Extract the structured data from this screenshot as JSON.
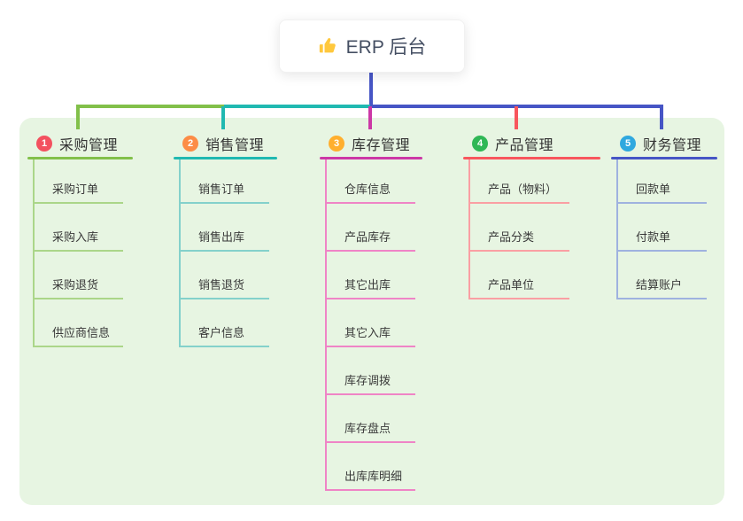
{
  "root": {
    "label": "ERP 后台",
    "icon": "thumbs-up-icon",
    "line_color": "#4655C5",
    "text_color": "#454F63",
    "icon_color": "#FFC83D"
  },
  "panel": {
    "bg_color": "#E7F5E2"
  },
  "branches": [
    {
      "num": "1",
      "title": "采购管理",
      "badge_color": "#F3515F",
      "line_color": "#82C04A",
      "child_line_color": "#ABD689",
      "children": [
        "采购订单",
        "采购入库",
        "采购退货",
        "供应商信息"
      ]
    },
    {
      "num": "2",
      "title": "销售管理",
      "badge_color": "#FC8C46",
      "line_color": "#20B9B1",
      "child_line_color": "#84D1CB",
      "children": [
        "销售订单",
        "销售出库",
        "销售退货",
        "客户信息"
      ]
    },
    {
      "num": "3",
      "title": "库存管理",
      "badge_color": "#FFAF2E",
      "line_color": "#CC38A6",
      "child_line_color": "#EF84C6",
      "children": [
        "仓库信息",
        "产品库存",
        "其它出库",
        "其它入库",
        "库存调拨",
        "库存盘点",
        "出库库明细"
      ]
    },
    {
      "num": "4",
      "title": "产品管理",
      "badge_color": "#2FB755",
      "line_color": "#F8565D",
      "child_line_color": "#FA9FA3",
      "children": [
        "产品（物料）",
        "产品分类",
        "产品单位"
      ]
    },
    {
      "num": "5",
      "title": "财务管理",
      "badge_color": "#2FA8DF",
      "line_color": "#4655C5",
      "child_line_color": "#9FB2DF",
      "children": [
        "回款单",
        "付款单",
        "结算账户"
      ]
    }
  ]
}
